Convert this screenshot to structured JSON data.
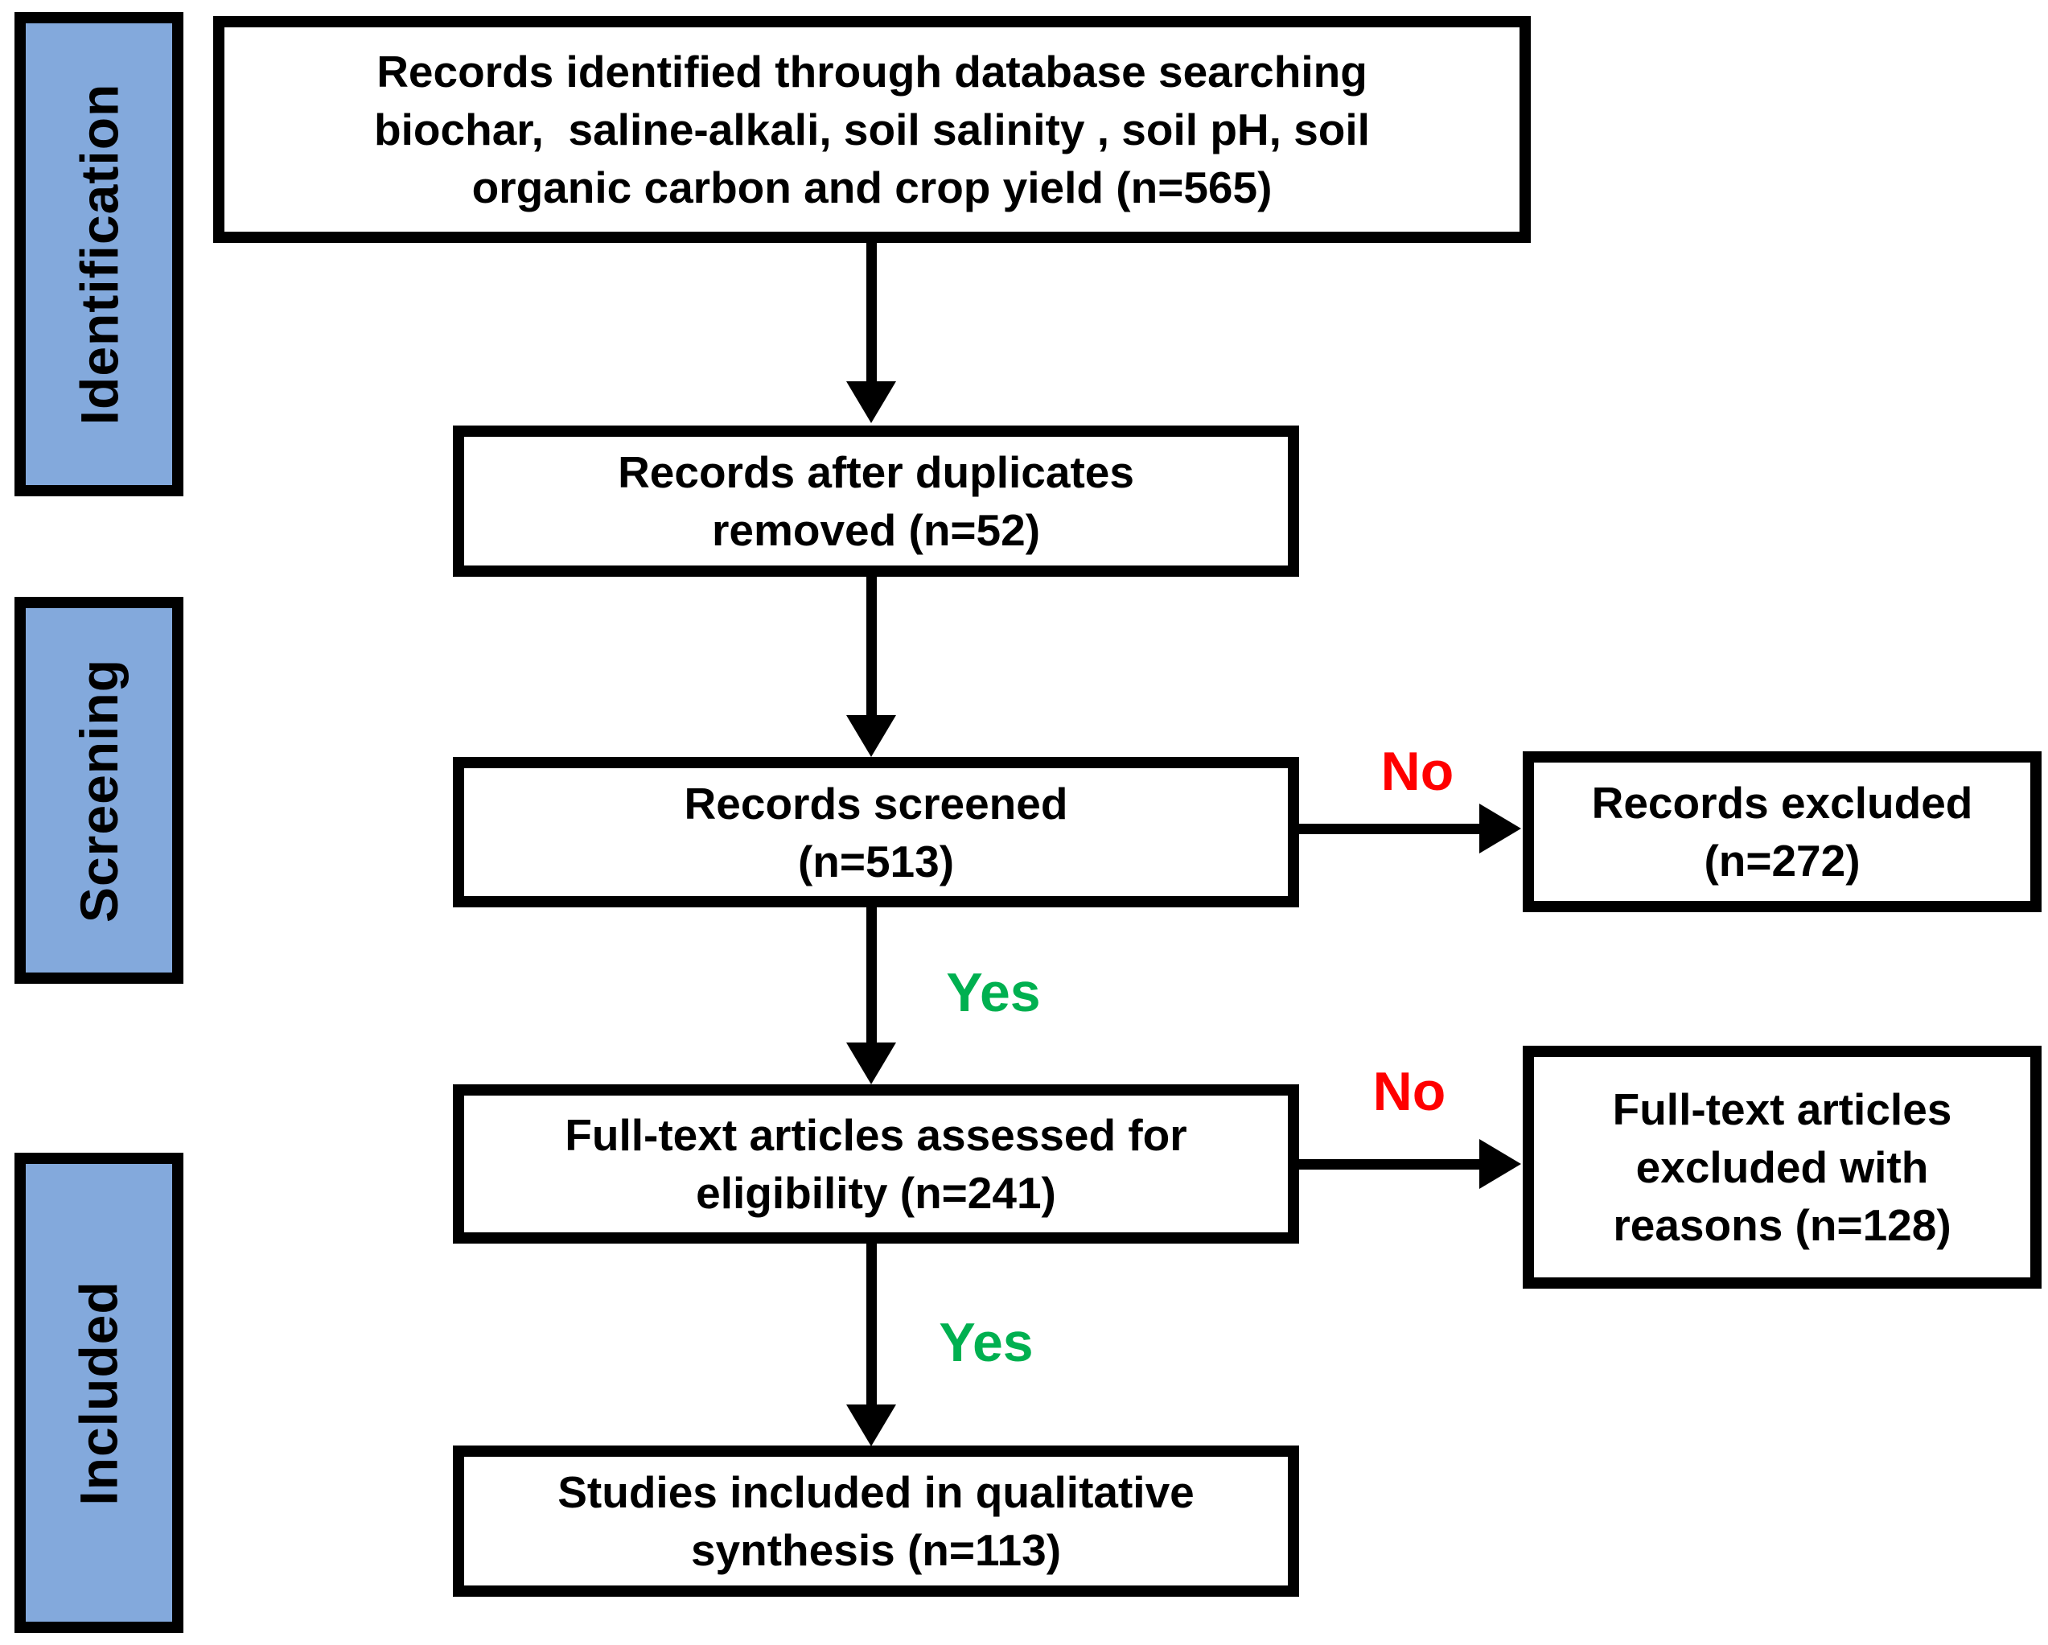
{
  "flow": {
    "stages": [
      {
        "id": "identification",
        "label": "Identification"
      },
      {
        "id": "screening",
        "label": "Screening"
      },
      {
        "id": "included",
        "label": "Included"
      }
    ],
    "boxes": {
      "identified": {
        "lines": [
          "Records identified through database searching",
          "biochar,  saline-alkali, soil salinity , soil pH, soil",
          "organic carbon and crop yield (n=565)"
        ],
        "count": 565
      },
      "deduplicated": {
        "lines": [
          "Records after duplicates",
          "removed (n=52)"
        ],
        "count": 52
      },
      "screened": {
        "lines": [
          "Records screened",
          "(n=513)"
        ],
        "count": 513
      },
      "records_excluded": {
        "lines": [
          "Records excluded",
          "(n=272)"
        ],
        "count": 272
      },
      "fulltext_assessed": {
        "lines": [
          "Full-text articles assessed for",
          "eligibility (n=241)"
        ],
        "count": 241
      },
      "fulltext_excluded": {
        "lines": [
          "Full-text articles",
          "excluded with",
          "reasons (n=128)"
        ],
        "count": 128
      },
      "included_studies": {
        "lines": [
          "Studies included in qualitative",
          "synthesis (n=113)"
        ],
        "count": 113
      }
    },
    "decisions": {
      "no": "No",
      "yes": "Yes"
    },
    "colors": {
      "stage_fill": "#83A9DC",
      "border": "#000000",
      "no_label": "#FF0000",
      "yes_label": "#00B050"
    }
  }
}
